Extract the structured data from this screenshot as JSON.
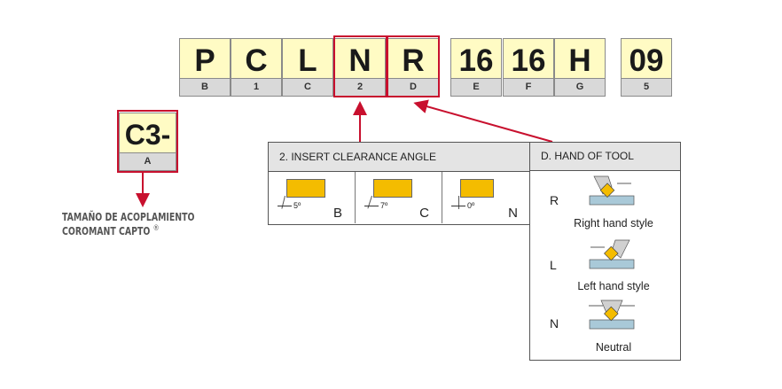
{
  "code_boxes": [
    {
      "big": "P",
      "small": "B"
    },
    {
      "big": "C",
      "small": "1"
    },
    {
      "big": "L",
      "small": "C"
    },
    {
      "big": "N",
      "small": "2"
    },
    {
      "big": "R",
      "small": "D"
    },
    {
      "big": "16",
      "small": "E"
    },
    {
      "big": "16",
      "small": "F"
    },
    {
      "big": "H",
      "small": "G"
    },
    {
      "big": "09",
      "small": "5"
    }
  ],
  "capto_box": {
    "big": "C3-",
    "small": "A"
  },
  "capto_label": {
    "line1": "TAMAÑO DE ACOPLAMIENTO",
    "line2": "COROMANT CAPTO",
    "mark": "®"
  },
  "clearance_panel": {
    "title": "2. INSERT CLEARANCE ANGLE",
    "items": [
      {
        "angle": "5º",
        "letter": "B"
      },
      {
        "angle": "7º",
        "letter": "C"
      },
      {
        "angle": "0º",
        "letter": "N"
      }
    ]
  },
  "hand_panel": {
    "title": "D. HAND OF TOOL",
    "items": [
      {
        "letter": "R",
        "caption": "Right hand style"
      },
      {
        "letter": "L",
        "caption": "Left hand style"
      },
      {
        "letter": "N",
        "caption": "Neutral"
      }
    ]
  },
  "colors": {
    "highlight": "#c8102e",
    "code_fill": "#fffbc4",
    "insert_fill": "#f4bc00"
  }
}
